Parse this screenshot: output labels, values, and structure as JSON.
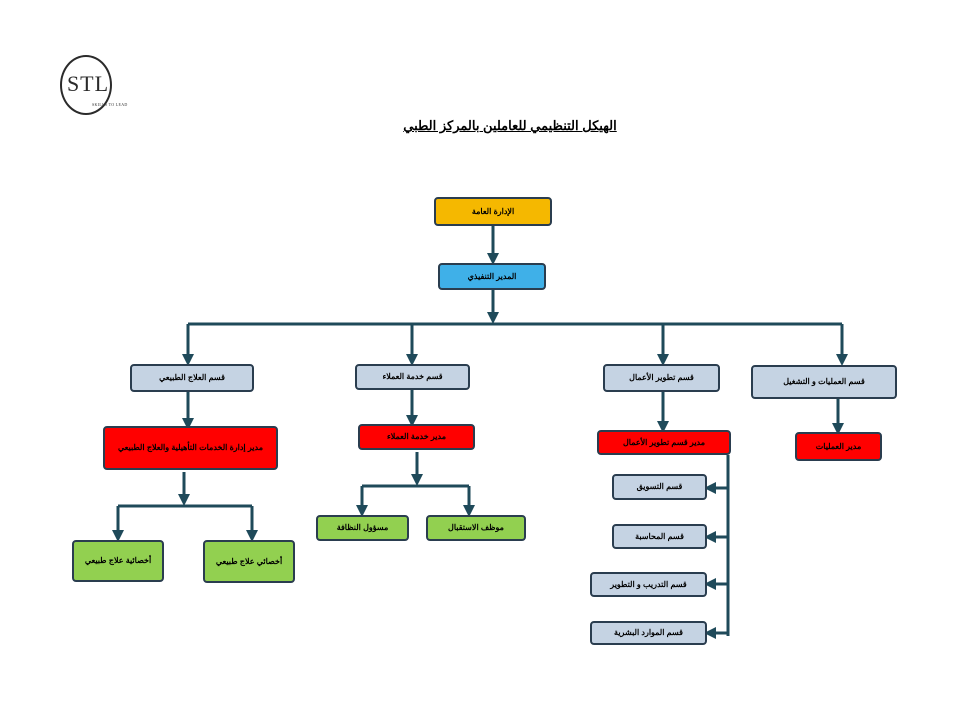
{
  "logo": {
    "mark": "STL",
    "tagline": "SKILLS TO LEAD"
  },
  "title": "الهيكل التنظيمي للعاملين بالمركز الطبي",
  "colors": {
    "gold": "#f5b800",
    "blue": "#3fb0e8",
    "gray": "#c5d3e3",
    "red": "#ff0000",
    "green": "#92d050",
    "line": "#1f4a5a"
  },
  "nodes": {
    "general_management": "الإدارة العامة",
    "executive_director": "المدير التنفيذي",
    "physio_dept": "قسم العلاج الطبيعي",
    "customer_service_dept": "قسم خدمة العملاء",
    "business_dev_dept": "قسم تطوير الأعمال",
    "operations_dept": "قسم العمليات و التشغيل",
    "physio_manager": "مدير إدارة الخدمات التأهيلية والعلاج الطبيعي",
    "cs_manager": "مدير خدمة العملاء",
    "bd_manager": "مدير قسم تطوير الأعمال",
    "ops_manager": "مدير العمليات",
    "physio_specialist_female": "أخصائية علاج طبيعي",
    "physio_specialist_male": "أخصائي علاج طبيعي",
    "cleaning_officer": "مسؤول النظافة",
    "reception_employee": "موظف الاستقبال",
    "marketing_dept": "قسم التسويق",
    "accounting_dept": "قسم المحاسبة",
    "training_dept": "قسم التدريب و التطوير",
    "hr_dept": "قسم الموارد البشرية"
  }
}
